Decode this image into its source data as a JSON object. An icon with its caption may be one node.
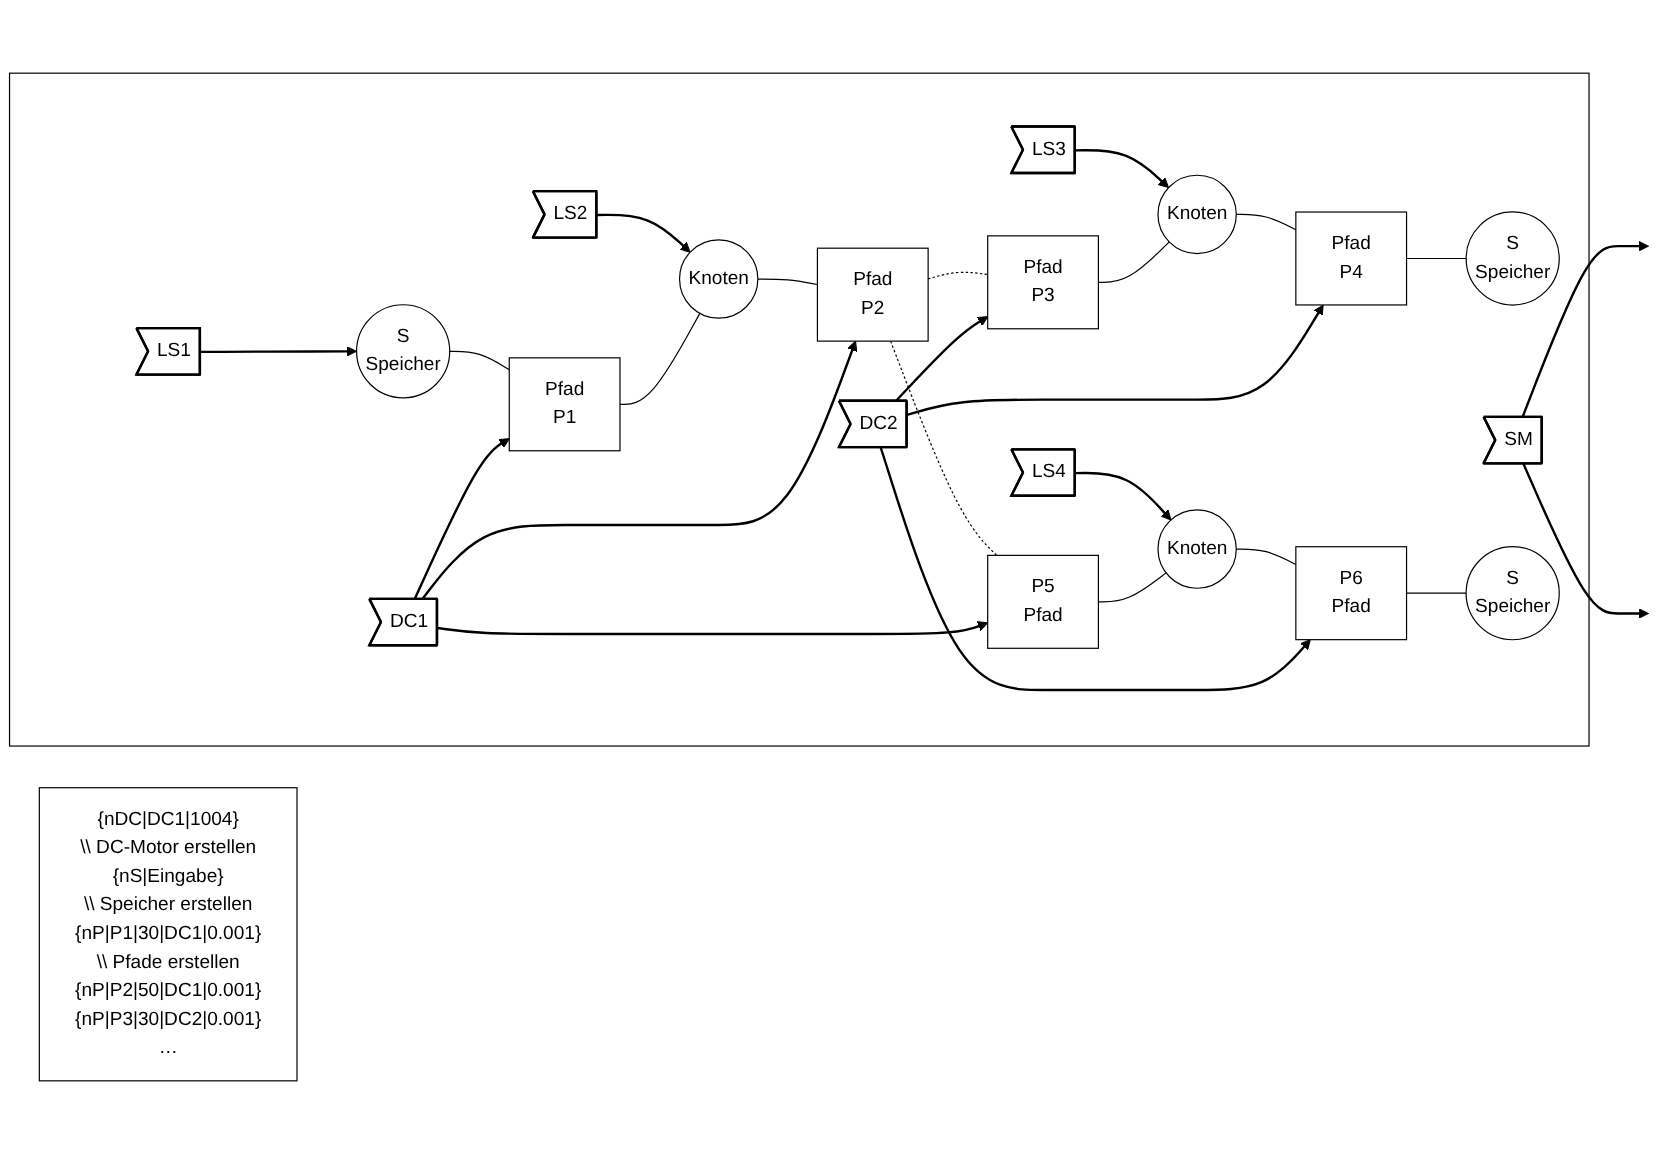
{
  "diagram": {
    "nodes": [
      {
        "text": [
          "{nDC|DC1|1004}",
          "\\\\ DC-Motor erstellen",
          "{nS|Eingabe}",
          "\\\\ Speicher erstellen",
          "{nP|P1|30|DC1|0.001}",
          "\\\\ Pfade erstellen",
          "{nP|P2|50|DC1|0.001}",
          "{nP|P3|30|DC2|0.001}",
          "…"
        ]
      },
      {
        "text": [],
        "shape": "box"
      },
      {
        "text": [
          "LS1"
        ],
        "in": 1
      },
      {
        "text": [
          "LS2"
        ],
        "in": 1
      },
      {
        "text": [
          "LS3"
        ],
        "in": 1
      },
      {
        "text": [
          "S",
          "Speicher"
        ],
        "in": 1
      },
      {
        "text": [
          "Pfad",
          "P1"
        ],
        "in": 1
      },
      {
        "text": [
          "Knoten"
        ],
        "in": 1
      },
      {
        "text": [
          "Pfad",
          "P2"
        ],
        "in": 1
      },
      {
        "text": [
          "Pfad",
          "P3"
        ],
        "in": 1
      },
      {
        "text": [
          "Knoten"
        ],
        "in": 1
      },
      {
        "text": [
          "Pfad",
          "P4"
        ],
        "in": 1
      },
      {
        "text": [
          "S",
          "Speicher"
        ],
        "in": 1
      },
      {
        "text": [
          "SM"
        ],
        "in": 1
      },
      {
        "text": [
          "DC2"
        ],
        "in": 1
      },
      {
        "text": [
          "DC1"
        ],
        "in": 1
      },
      {
        "text": [
          "P5",
          "Pfad"
        ],
        "in": 1
      },
      {
        "text": [
          "Knoten"
        ],
        "in": 1
      },
      {
        "text": [
          "P6",
          "Pfad"
        ],
        "in": 1
      },
      {
        "text": [
          "S",
          "Speicher"
        ],
        "in": 1
      },
      {
        "text": [
          "LS4"
        ],
        "in": 1
      }
    ],
    "edges": [
      {
        "from": 2,
        "to": 5,
        "arrow": "to"
      },
      {
        "from": 3,
        "to": 7,
        "arrow": "to"
      },
      {
        "from": 4,
        "to": 10,
        "arrow": "to"
      },
      {
        "from": 20,
        "to": 17,
        "arrow": "to"
      },
      {
        "from": 5,
        "to": 6,
        "arrow": "none"
      },
      {
        "from": 6,
        "to": 7,
        "arrow": "none"
      },
      {
        "from": 7,
        "to": 8,
        "arrow": "none"
      },
      {
        "from": 8,
        "to": 9,
        "arrow": "none",
        "style": "dashed"
      },
      {
        "from": 9,
        "to": 10,
        "arrow": "none"
      },
      {
        "from": 10,
        "to": 11,
        "arrow": "none"
      },
      {
        "from": 11,
        "to": 12,
        "arrow": "none"
      },
      {
        "from": 8,
        "to": 16,
        "arrow": "none",
        "style": "dashed"
      },
      {
        "from": 16,
        "to": 17,
        "arrow": "none"
      },
      {
        "from": 17,
        "to": 18,
        "arrow": "none"
      },
      {
        "from": 18,
        "to": 19,
        "arrow": "none"
      },
      {
        "from": 15,
        "to": 6,
        "arrow": "to"
      },
      {
        "from": 15,
        "to": 8,
        "arrow": "to"
      },
      {
        "from": 15,
        "to": 16,
        "arrow": "to"
      },
      {
        "from": 13,
        "to": null,
        "arrow": "to"
      },
      {
        "from": 13,
        "to": null,
        "arrow": "to"
      },
      {
        "from": 14,
        "to": 9,
        "arrow": "to"
      },
      {
        "from": 14,
        "to": 11,
        "arrow": "to"
      },
      {
        "from": 14,
        "to": 18,
        "arrow": "to"
      }
    ]
  }
}
